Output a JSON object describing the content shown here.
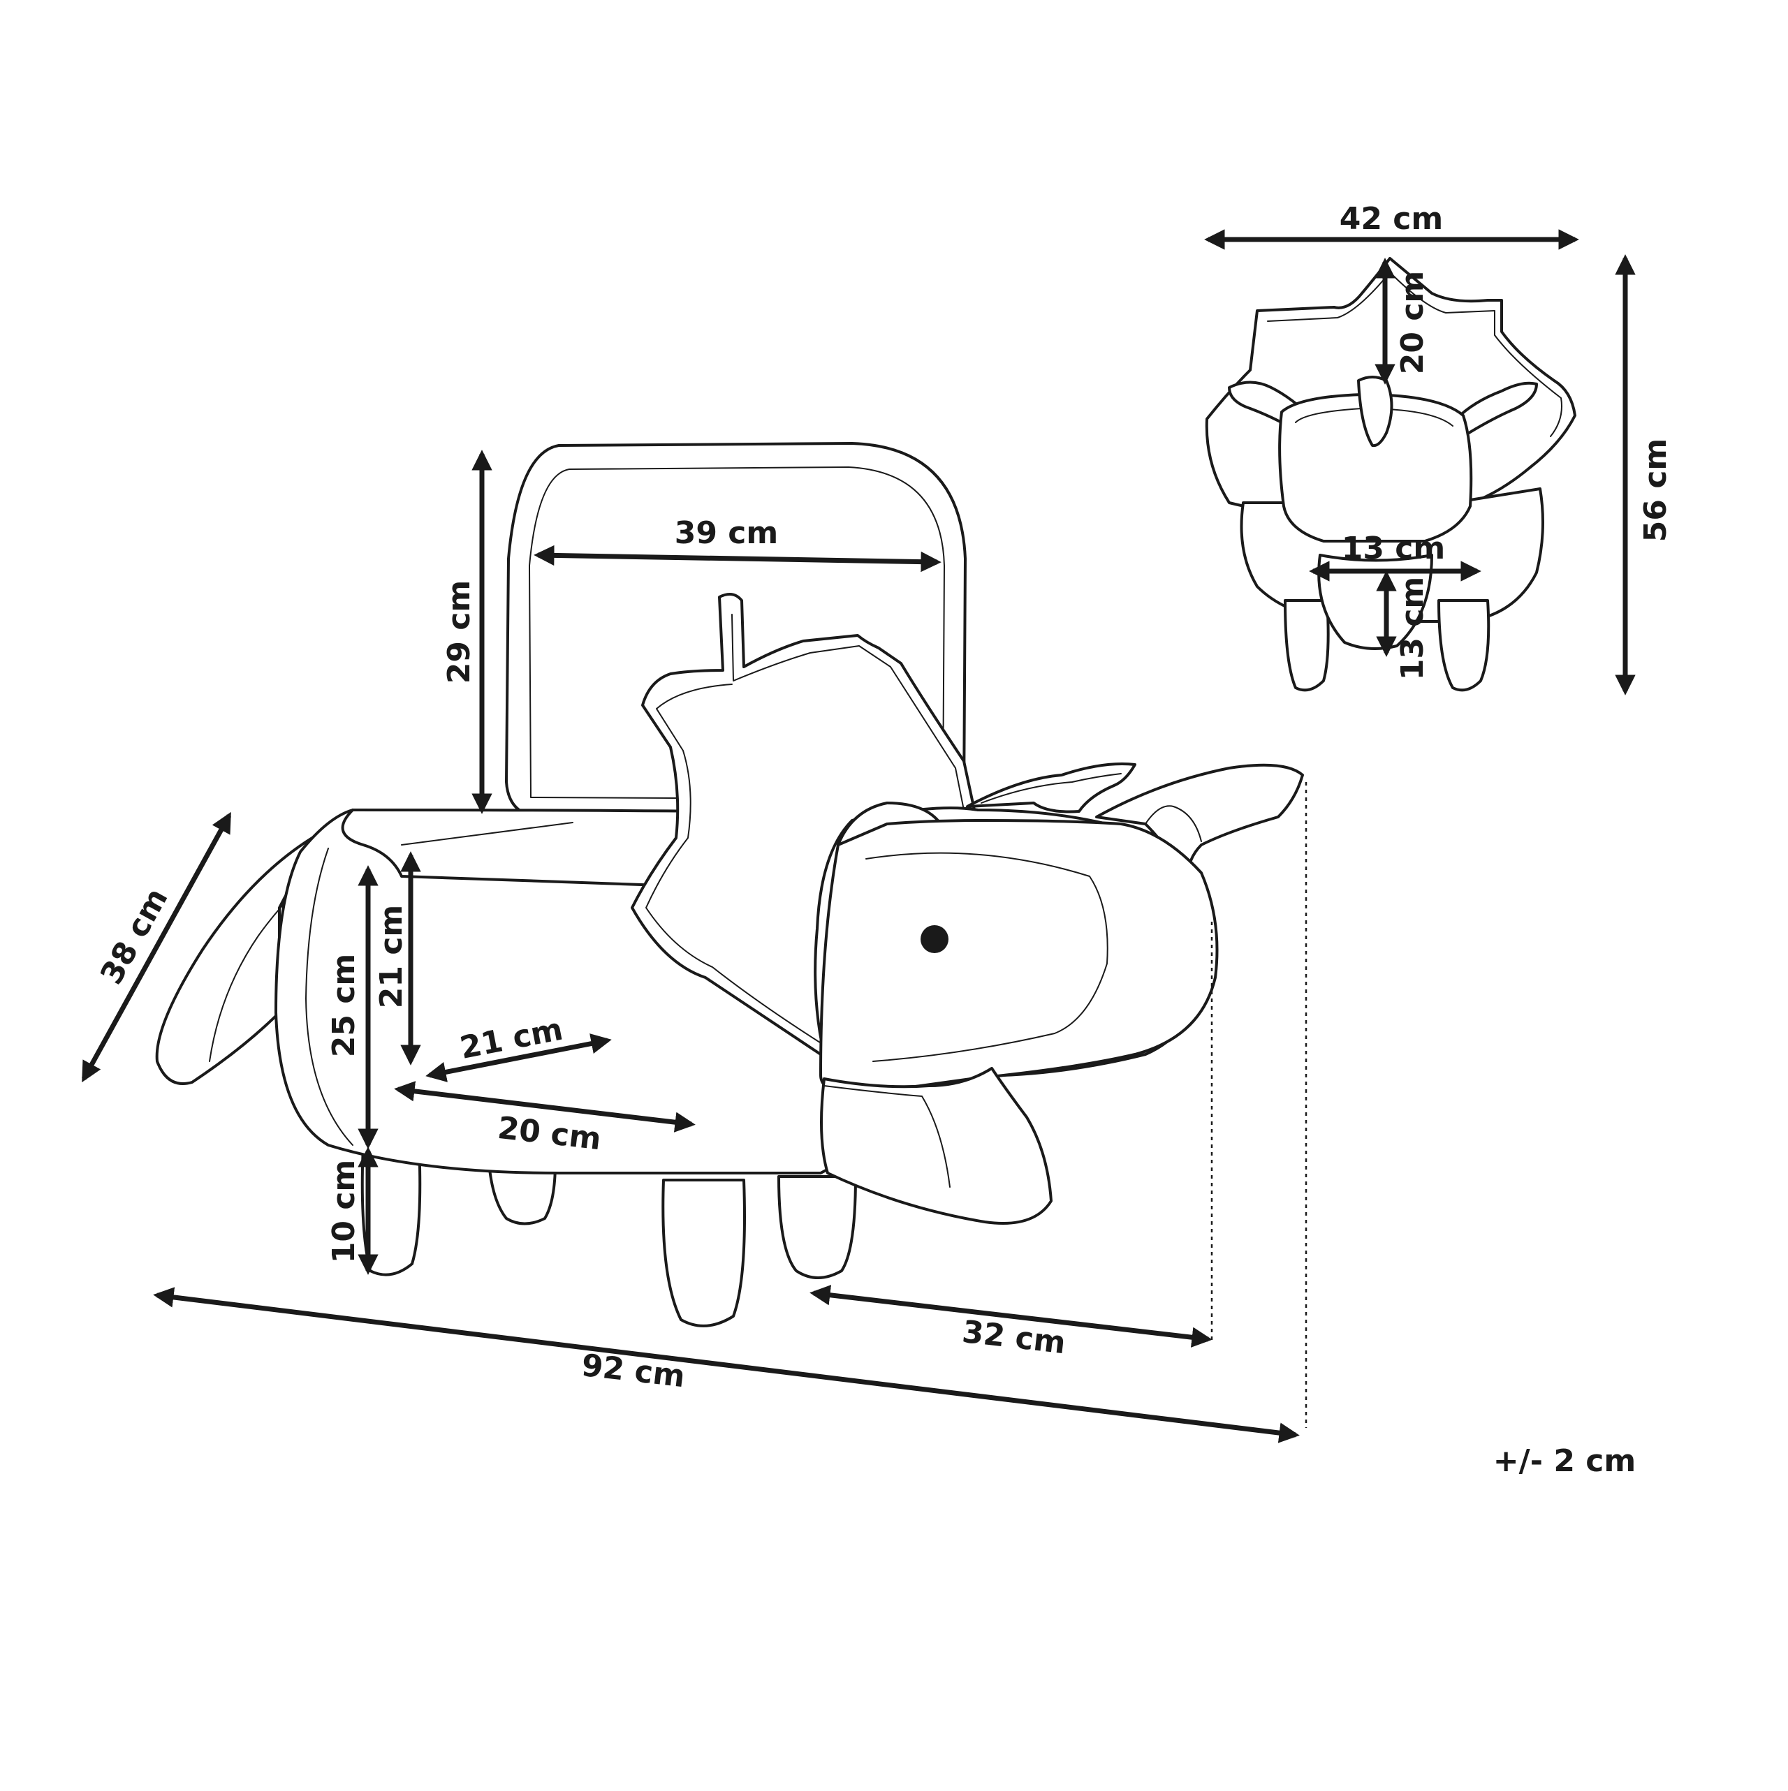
{
  "labels": {
    "seat_width": "39 cm",
    "lid_height": "29 cm",
    "depth_diag": "38 cm",
    "body_height": "25 cm",
    "storage_height": "21 cm",
    "storage_depth": "21 cm",
    "storage_width": "20 cm",
    "leg_height": "10 cm",
    "overall_length": "92 cm",
    "head_length": "32 cm",
    "front_width": "42 cm",
    "frill_height": "20 cm",
    "overall_height": "56 cm",
    "face_width": "13 cm",
    "face_height": "13 cm",
    "tolerance": "+/- 2 cm"
  }
}
